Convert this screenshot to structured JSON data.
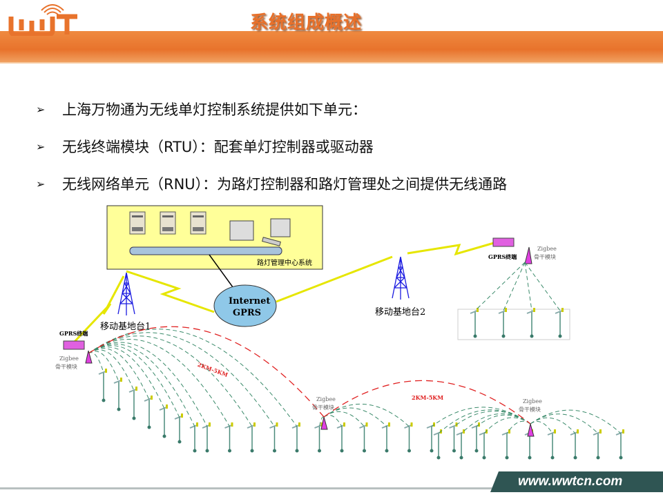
{
  "header": {
    "title": "系统组成概述",
    "logo_text": "WWT"
  },
  "bullets": [
    "上海万物通为无线单灯控制系统提供如下单元：",
    "无线终端模块（RTU）：配套单灯控制器或驱动器",
    "无线网络单元（RNU）：为路灯控制器和路灯管理处之间提供无线通路"
  ],
  "diagram": {
    "center_label": "路灯管理中心系统",
    "cloud_line1": "Internet",
    "cloud_line2": "GPRS",
    "tower1_label": "移动基地台1",
    "tower2_label": "移动基地台2",
    "gprs_terminal": "GPRS终端",
    "zigbee_line1": "Zigbee",
    "zigbee_line2": "骨干模块",
    "distance_label": "2KM-5KM"
  },
  "footer": {
    "url": "www.wwtcn.com"
  }
}
